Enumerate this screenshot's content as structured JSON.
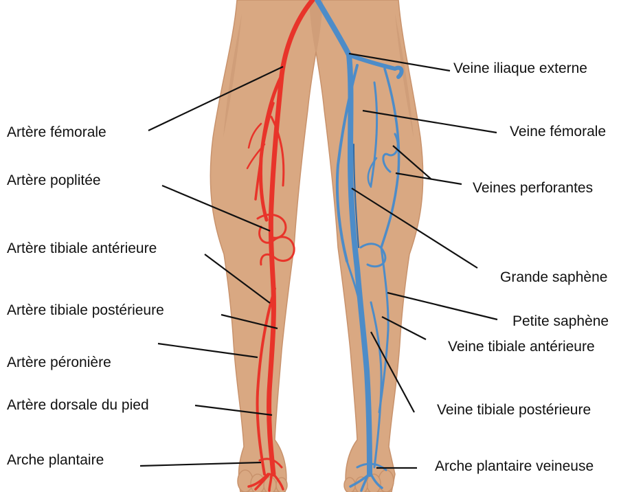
{
  "left_labels": [
    "Artère fémorale",
    "Artère poplitée",
    "Artère tibiale antérieure",
    "Artère tibiale postérieure",
    "Artère péronière",
    "Artère dorsale du pied",
    "Arche plantaire"
  ],
  "right_labels": [
    "Veine iliaque externe",
    "Veine fémorale",
    "Veines perforantes",
    "Grande saphène",
    "Petite saphène",
    "Veine tibiale antérieure",
    "Veine tibiale postérieure",
    "Arche plantaire veineuse"
  ],
  "colors": {
    "artery": "#e8342a",
    "vein": "#4d8cc8",
    "skin": "#d9a882"
  }
}
